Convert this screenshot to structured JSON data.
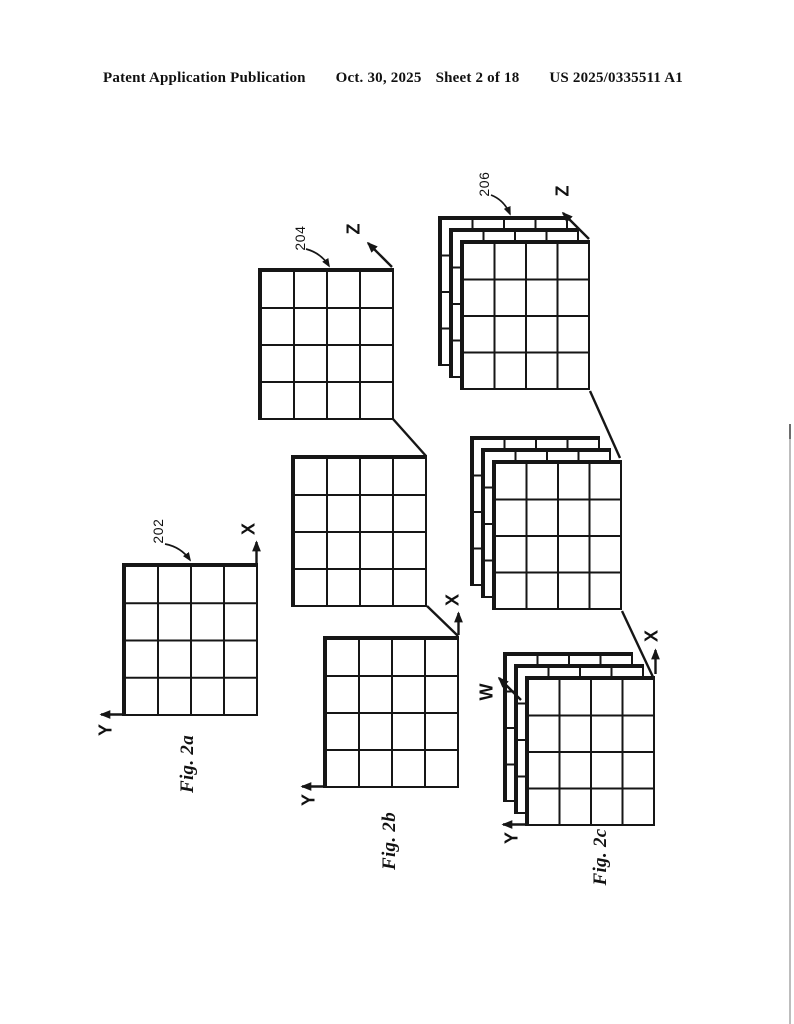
{
  "header": {
    "publication": "Patent Application Publication",
    "date": "Oct. 30, 2025",
    "sheet": "Sheet 2 of 18",
    "patent_number": "US 2025/0335511 A1"
  },
  "figures": {
    "fig2a": {
      "caption": "Fig. 2a",
      "ref_numeral": "202",
      "axes": {
        "x": "X",
        "y": "Y"
      },
      "grid": {
        "rows": 4,
        "cols": 4
      },
      "planes": 1
    },
    "fig2b": {
      "caption": "Fig. 2b",
      "ref_numeral": "204",
      "axes": {
        "x": "X",
        "y": "Y",
        "z": "Z"
      },
      "grid": {
        "rows": 4,
        "cols": 4
      },
      "planes": 3
    },
    "fig2c": {
      "caption": "Fig. 2c",
      "ref_numeral": "206",
      "axes": {
        "x": "X",
        "y": "Y",
        "z": "Z",
        "w": "W"
      },
      "grid": {
        "rows": 4,
        "cols": 4
      },
      "stacks": 3,
      "layers_per_stack": 3
    }
  },
  "style": {
    "ink": "#161616",
    "paper": "#ffffff"
  }
}
